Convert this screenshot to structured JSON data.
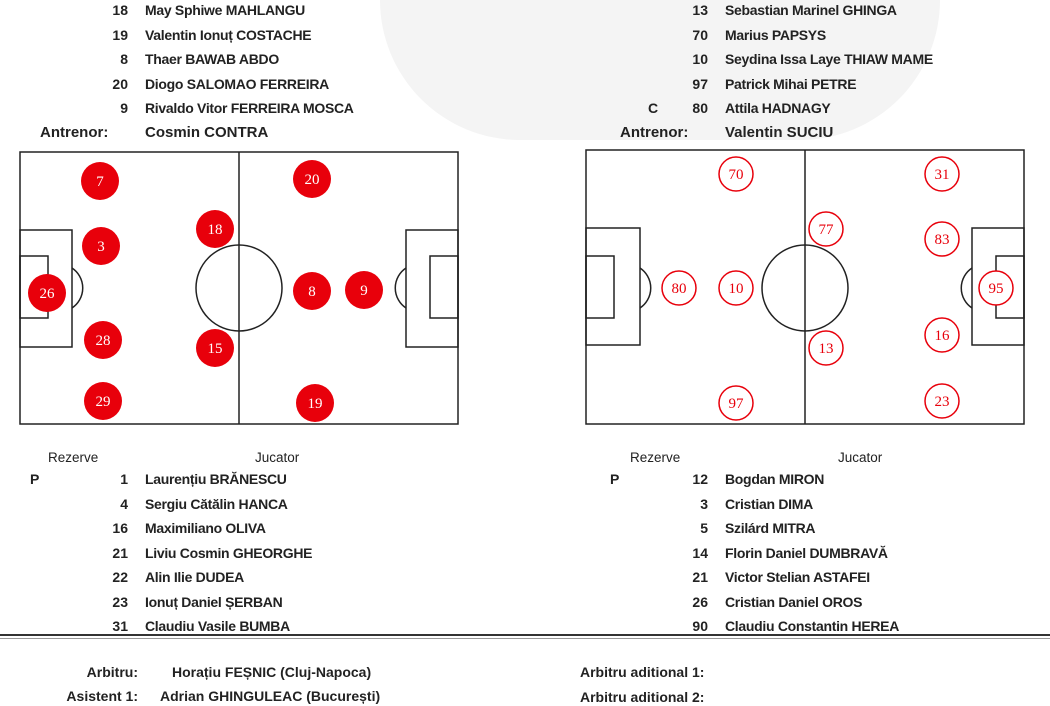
{
  "home": {
    "starters_tail": [
      {
        "num": "18",
        "name": "May Sphiwe MAHLANGU"
      },
      {
        "num": "19",
        "name": "Valentin Ionuț COSTACHE"
      },
      {
        "num": "8",
        "name": "Thaer BAWAB ABDO"
      },
      {
        "num": "20",
        "name": "Diogo SALOMAO FERREIRA"
      },
      {
        "num": "9",
        "name": "Rivaldo Vitor FERREIRA MOSCA"
      }
    ],
    "coach_label": "Antrenor:",
    "coach": "Cosmin CONTRA",
    "formation": [
      "7",
      "20",
      "18",
      "3",
      "26",
      "8",
      "9",
      "28",
      "15",
      "29",
      "19"
    ],
    "reserves_label": "Rezerve",
    "player_label": "Jucator",
    "reserves": [
      {
        "tag": "P",
        "num": "1",
        "name": "Laurențiu BRĂNESCU"
      },
      {
        "tag": "",
        "num": "4",
        "name": "Sergiu Cătălin HANCA"
      },
      {
        "tag": "",
        "num": "16",
        "name": "Maximiliano OLIVA"
      },
      {
        "tag": "",
        "num": "21",
        "name": "Liviu Cosmin GHEORGHE"
      },
      {
        "tag": "",
        "num": "22",
        "name": "Alin Ilie DUDEA"
      },
      {
        "tag": "",
        "num": "23",
        "name": "Ionuț Daniel ȘERBAN"
      },
      {
        "tag": "",
        "num": "31",
        "name": "Claudiu Vasile BUMBA"
      }
    ],
    "color": "#e8000b"
  },
  "away": {
    "starters_tail": [
      {
        "tag": "",
        "num": "13",
        "name": "Sebastian Marinel GHINGA"
      },
      {
        "tag": "",
        "num": "70",
        "name": "Marius PAPSYS"
      },
      {
        "tag": "",
        "num": "10",
        "name": "Seydina Issa Laye THIAW MAME"
      },
      {
        "tag": "",
        "num": "97",
        "name": "Patrick Mihai PETRE"
      },
      {
        "tag": "C",
        "num": "80",
        "name": "Attila HADNAGY"
      }
    ],
    "coach_label": "Antrenor:",
    "coach": "Valentin SUCIU",
    "formation": [
      "70",
      "31",
      "77",
      "83",
      "80",
      "10",
      "95",
      "13",
      "16",
      "97",
      "23"
    ],
    "reserves_label": "Rezerve",
    "player_label": "Jucator",
    "reserves": [
      {
        "tag": "P",
        "num": "12",
        "name": "Bogdan MIRON"
      },
      {
        "tag": "",
        "num": "3",
        "name": "Cristian DIMA"
      },
      {
        "tag": "",
        "num": "5",
        "name": "Szilárd MITRA"
      },
      {
        "tag": "",
        "num": "14",
        "name": "Florin Daniel DUMBRAVĂ"
      },
      {
        "tag": "",
        "num": "21",
        "name": "Victor Stelian ASTAFEI"
      },
      {
        "tag": "",
        "num": "26",
        "name": "Cristian Daniel OROS"
      },
      {
        "tag": "",
        "num": "90",
        "name": "Claudiu Constantin HEREA"
      }
    ],
    "color": "#e8000b"
  },
  "officials": {
    "referee_label": "Arbitru:",
    "referee": "Horațiu FEȘNIC (Cluj-Napoca)",
    "assistant1_label": "Asistent 1:",
    "assistant1": "Adrian GHINGULEAC (București)",
    "additional1_label": "Arbitru aditional 1:",
    "additional2_label": "Arbitru aditional 2:"
  }
}
